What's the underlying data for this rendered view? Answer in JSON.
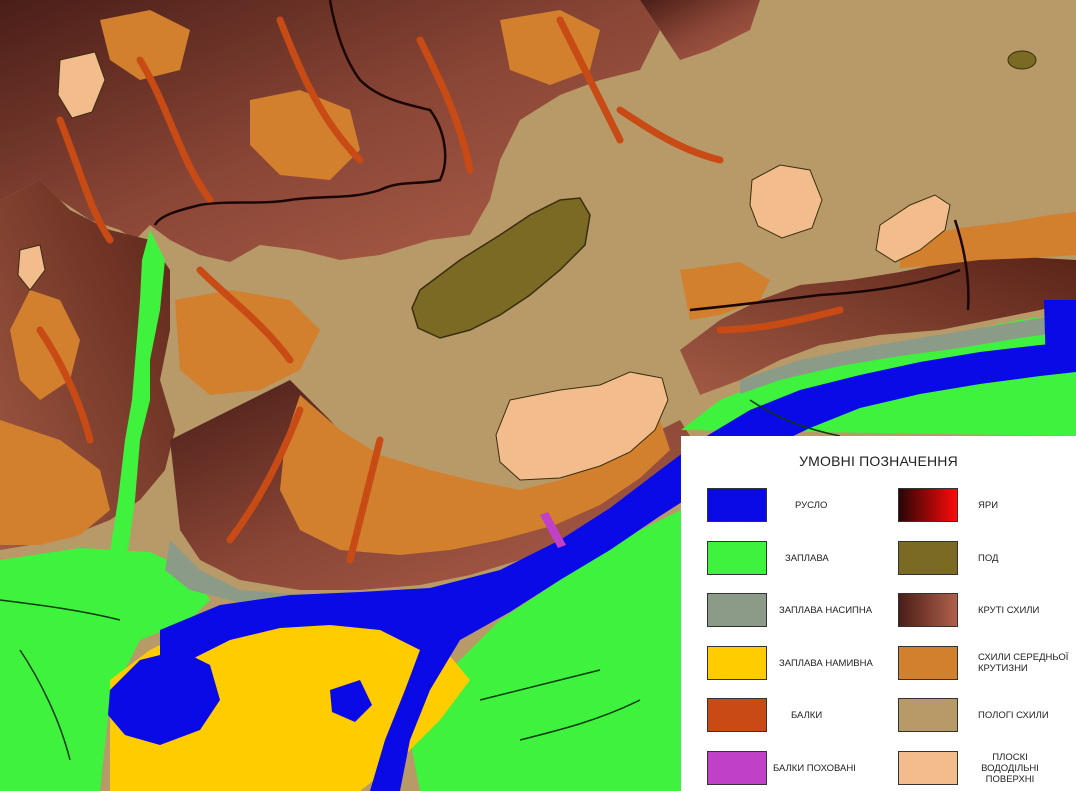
{
  "map": {
    "background": "#b79a68",
    "colors": {
      "river": "#0a0ae6",
      "floodplain": "#3ef23e",
      "filled_floodplain": "#8c9a88",
      "alluvial_floodplain": "#ffcc00",
      "gullies": "#c84a14",
      "buried_gullies": "#c040c8",
      "ravines": "#6a1818",
      "depression": "#7a6a24",
      "steep_slopes": "#7a3a2a",
      "moderate_slopes": "#d2802e",
      "gentle_slopes": "#b79a68",
      "flat_surfaces": "#f2bc8c"
    }
  },
  "legend": {
    "title": "УМОВНІ ПОЗНАЧЕННЯ",
    "items": [
      {
        "label": "РУСЛО",
        "color": "#0a0ae6"
      },
      {
        "label": "ЗАПЛАВА",
        "color": "#3ef23e"
      },
      {
        "label": "ЗАПЛАВА НАСИПНА",
        "color": "#8c9a88"
      },
      {
        "label": "ЗАПЛАВА НАМИВНА",
        "color": "#ffcc00"
      },
      {
        "label": "БАЛКИ",
        "color": "#c84a14"
      },
      {
        "label": "БАЛКИ ПОХОВАНІ",
        "color": "#c040c8"
      },
      {
        "label": "ЯРИ",
        "gradient": [
          "#2a0606",
          "#ff0a0a"
        ]
      },
      {
        "label": "ПОД",
        "color": "#7a6a24"
      },
      {
        "label": "КРУТІ СХИЛИ",
        "gradient": [
          "#4a1e18",
          "#b0604a"
        ]
      },
      {
        "label": "СХИЛИ СЕРЕДНЬОЇ КРУТИЗНИ",
        "color": "#d2802e"
      },
      {
        "label": "ПОЛОГІ СХИЛИ",
        "color": "#b79a68"
      },
      {
        "label": "ПЛОСКІ ВОДОДІЛЬНІ ПОВЕРХНІ",
        "color": "#f2bc8c"
      }
    ]
  }
}
